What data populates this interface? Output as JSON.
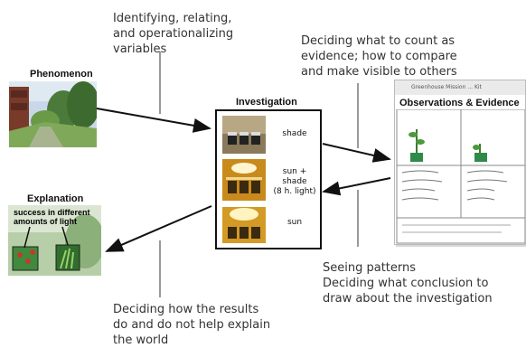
{
  "notes": {
    "variables": "Identifying, relating,\nand operationalizing\nvariables",
    "evidence": "Deciding what to count as\nevidence; how to compare\nand make visible to others",
    "patterns": "Seeing patterns\nDeciding what conclusion to\ndraw about the investigation",
    "explain": "Deciding how the results\ndo and do not help explain\nthe world"
  },
  "phenomenon": {
    "title": "Phenomenon"
  },
  "investigation": {
    "title": "Investigation",
    "conditions": [
      {
        "label": "shade"
      },
      {
        "label": "sun + shade\n(8 h. light)"
      },
      {
        "label": "sun"
      }
    ]
  },
  "observations": {
    "title": "Observations & Evidence",
    "sheet_header": "Greenhouse Mission ... Kit"
  },
  "explanation": {
    "title": "Explanation",
    "overlay_text": "success in different\namounts of light"
  },
  "colors": {
    "line": "#111111",
    "connector": "#999999"
  }
}
